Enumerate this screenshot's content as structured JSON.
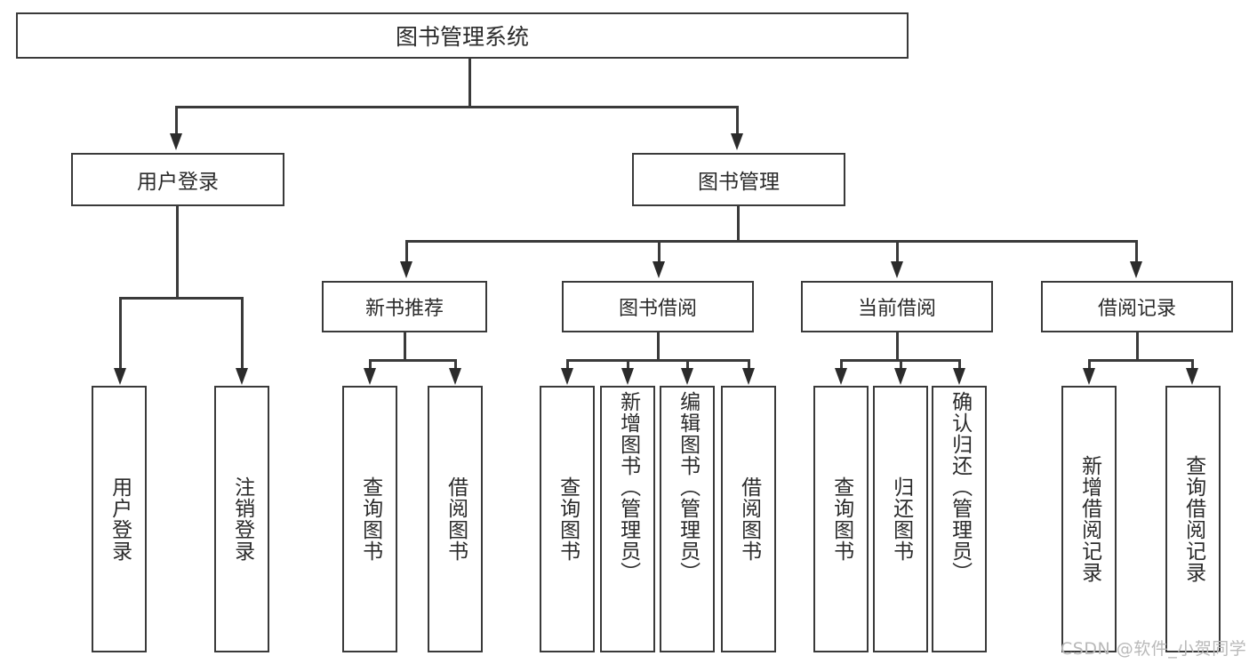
{
  "diagram": {
    "type": "tree",
    "title": "图书管理系统",
    "root": {
      "label": "图书管理系统"
    },
    "level1": [
      {
        "label": "用户登录"
      },
      {
        "label": "图书管理"
      }
    ],
    "level2": [
      {
        "label": "新书推荐"
      },
      {
        "label": "图书借阅"
      },
      {
        "label": "当前借阅"
      },
      {
        "label": "借阅记录"
      }
    ],
    "leaves": {
      "user_login": [
        {
          "label": "用户登录"
        },
        {
          "label": "注销登录"
        }
      ],
      "new_book_recommend": [
        {
          "label": "查询图书"
        },
        {
          "label": "借阅图书"
        }
      ],
      "book_borrow": [
        {
          "label": "查询图书"
        },
        {
          "label": "新增图书（管理员）"
        },
        {
          "label": "编辑图书（管理员）"
        },
        {
          "label": "借阅图书"
        }
      ],
      "current_borrow": [
        {
          "label": "查询图书"
        },
        {
          "label": "归还图书"
        },
        {
          "label": "确认归还（管理员）"
        }
      ],
      "borrow_record": [
        {
          "label": "新增借阅记录"
        },
        {
          "label": "查询借阅记录"
        }
      ]
    }
  },
  "watermark": {
    "text": "CSDN @软件_小贺同学"
  },
  "colors": {
    "stroke": "#3a3a3a",
    "text": "#2b2b2b",
    "background": "#ffffff",
    "watermark": "#b9b9b9"
  }
}
